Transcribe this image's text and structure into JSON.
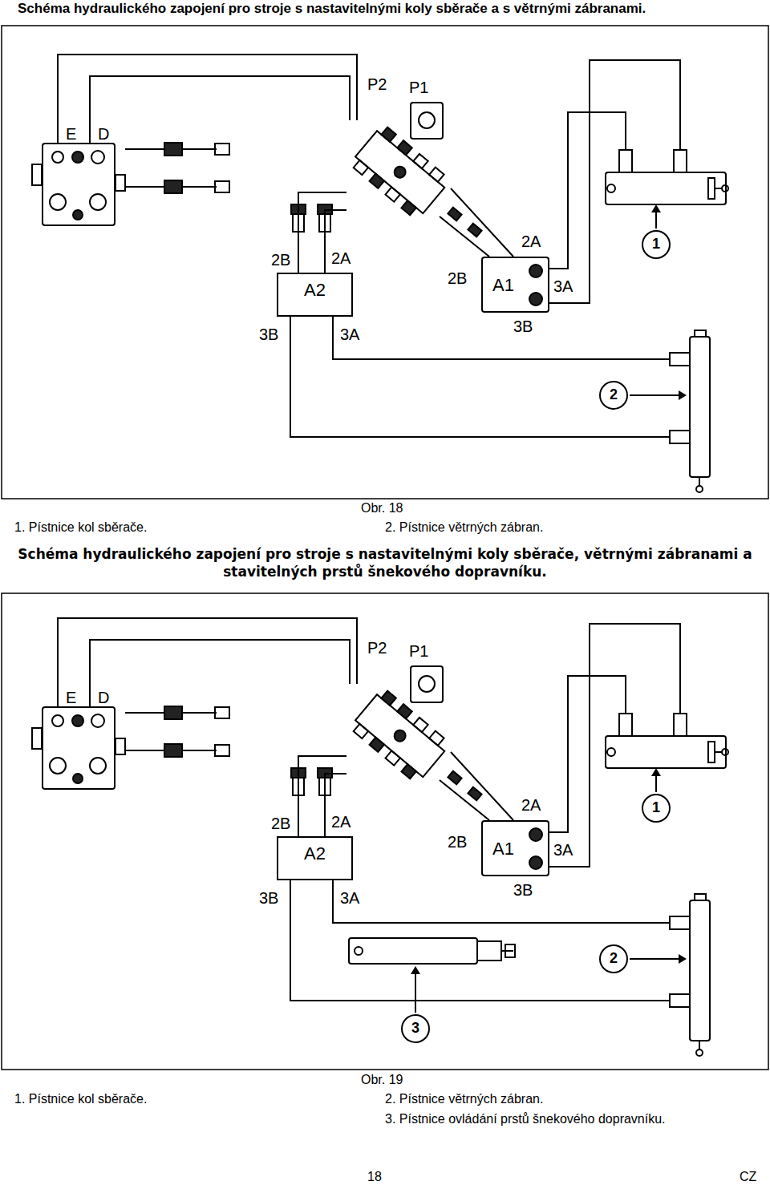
{
  "diagram": {
    "title": "Schéma hydraulického zapojení pro stroje s nastavitelnými koly sběrače a s větrnými zábranami.",
    "nodes": [
      {
        "text": [
          "E",
          "D"
        ]
      },
      {
        "text": [
          "P2",
          "P1"
        ]
      },
      {
        "text": [
          "A2"
        ]
      },
      {
        "text": [
          "A1"
        ]
      },
      {
        "text": [
          "1"
        ]
      },
      {
        "text": [
          "2"
        ]
      },
      {
        "text": [
          "E",
          "D"
        ]
      },
      {
        "text": [
          "P2",
          "P1"
        ]
      },
      {
        "text": [
          "A2"
        ]
      },
      {
        "text": [
          "A1"
        ]
      },
      {
        "text": [
          "1"
        ]
      },
      {
        "text": [
          "2"
        ]
      },
      {
        "text": [
          "3"
        ]
      }
    ],
    "edges": [
      {
        "from": 0,
        "to": 1,
        "arrow": "none"
      },
      {
        "from": 0,
        "to": 1,
        "arrow": "none"
      },
      {
        "from": 2,
        "to": 1,
        "arrow": "none"
      },
      {
        "from": 2,
        "to": 1,
        "arrow": "none"
      },
      {
        "from": 3,
        "to": 1,
        "arrow": "none"
      },
      {
        "from": 3,
        "to": 1,
        "arrow": "none"
      },
      {
        "from": 6,
        "to": 7,
        "arrow": "none"
      },
      {
        "from": 6,
        "to": 7,
        "arrow": "none"
      },
      {
        "from": 8,
        "to": 7,
        "arrow": "none"
      },
      {
        "from": 8,
        "to": 7,
        "arrow": "none"
      },
      {
        "from": 9,
        "to": 7,
        "arrow": "none"
      },
      {
        "from": 9,
        "to": 7,
        "arrow": "none"
      }
    ],
    "labels": [
      "Schéma hydraulického zapojení pro stroje s nastavitelnými koly sběrače, větrnými zábranami a stavitelných prstů šnekového dopravníku.",
      "2B",
      "2A",
      "3B",
      "3A",
      "2A",
      "2B",
      "3A",
      "3B",
      "Obr. 18",
      "1. Pístnice kol sběrače.",
      "2. Pístnice větrných zábran.",
      "2B",
      "2A",
      "3B",
      "3A",
      "2A",
      "2B",
      "3A",
      "3B",
      "Obr. 19",
      "1. Pístnice kol sběrače.",
      "2. Pístnice větrných zábran.",
      "3. Pístnice ovládání prstů šnekového dopravníku.",
      "18",
      "CZ"
    ]
  }
}
